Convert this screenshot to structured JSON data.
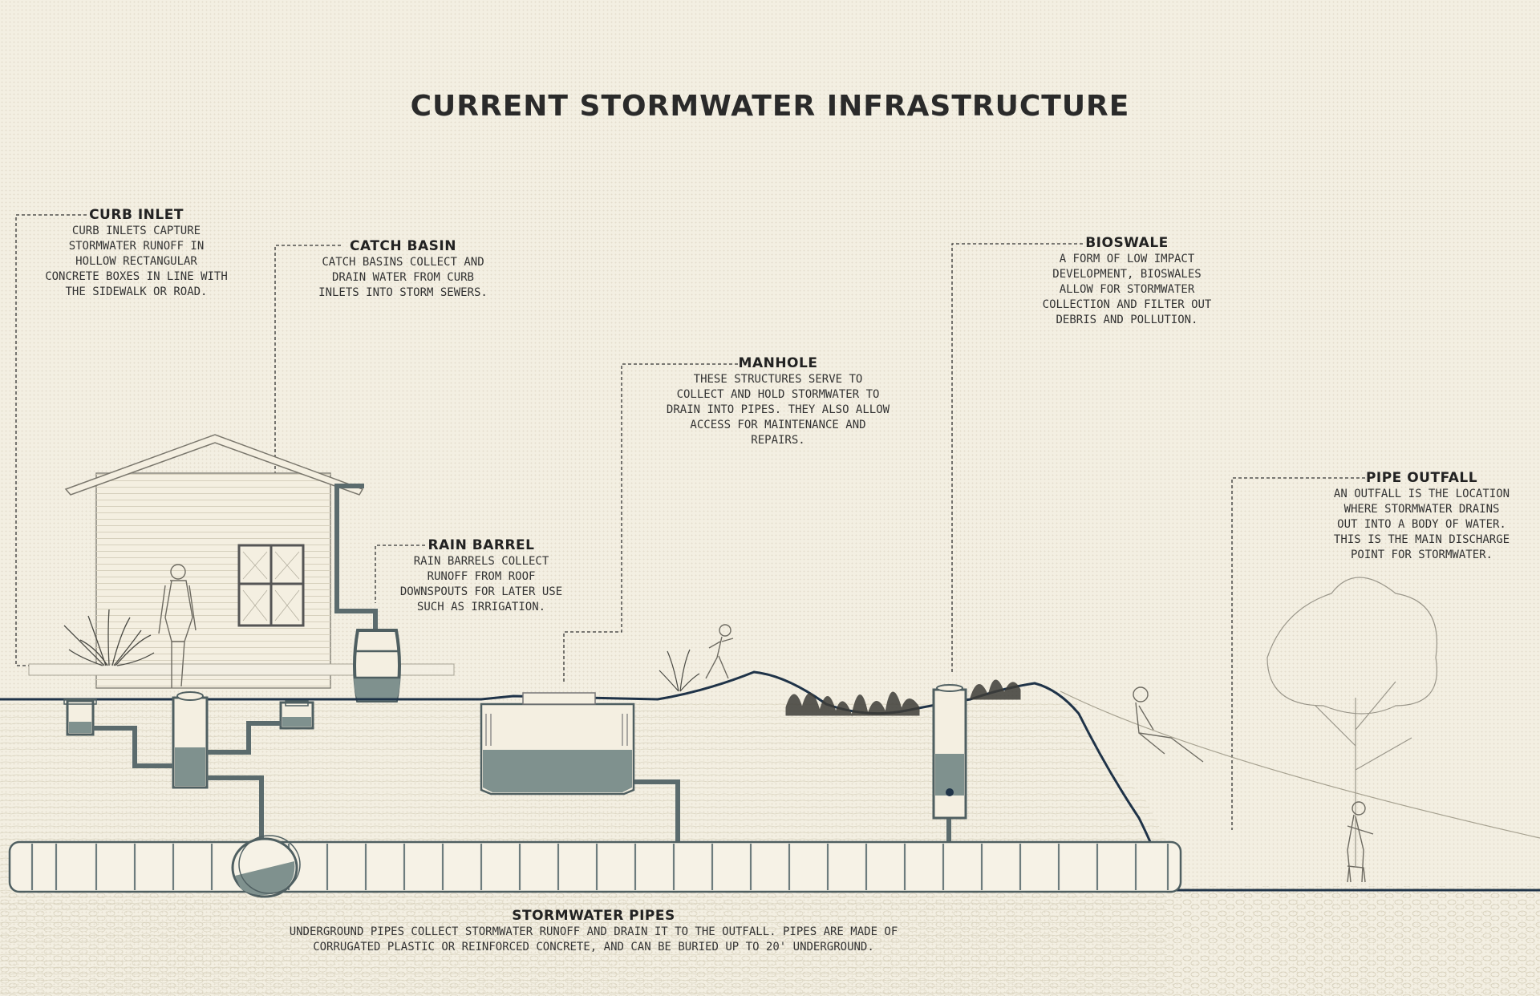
{
  "title": "CURRENT STORMWATER INFRASTRUCTURE",
  "callouts": {
    "curb_inlet": {
      "heading": "CURB INLET",
      "lines": [
        "CURB INLETS CAPTURE",
        "STORMWATER RUNOFF IN",
        "HOLLOW RECTANGULAR",
        "CONCRETE BOXES IN LINE WITH",
        "THE SIDEWALK OR ROAD."
      ]
    },
    "catch_basin": {
      "heading": "CATCH BASIN",
      "lines": [
        "CATCH BASINS COLLECT AND",
        "DRAIN WATER FROM CURB",
        "INLETS INTO STORM SEWERS."
      ]
    },
    "rain_barrel": {
      "heading": "RAIN BARREL",
      "lines": [
        "RAIN BARRELS COLLECT",
        "RUNOFF FROM ROOF",
        "DOWNSPOUTS FOR LATER USE",
        "SUCH AS IRRIGATION."
      ]
    },
    "manhole": {
      "heading": "MANHOLE",
      "lines": [
        "THESE STRUCTURES SERVE TO",
        "COLLECT AND HOLD STORMWATER TO",
        "DRAIN INTO PIPES. THEY ALSO ALLOW",
        "ACCESS FOR MAINTENANCE AND",
        "REPAIRS."
      ]
    },
    "bioswale": {
      "heading": "BIOSWALE",
      "lines": [
        "A FORM OF LOW IMPACT",
        "DEVELOPMENT, BIOSWALES",
        "ALLOW FOR STORMWATER",
        "COLLECTION AND FILTER OUT",
        "DEBRIS AND POLLUTION."
      ]
    },
    "pipe_outfall": {
      "heading": "PIPE OUTFALL",
      "lines": [
        "AN OUTFALL IS THE LOCATION",
        "WHERE STORMWATER DRAINS",
        "OUT INTO A BODY OF WATER.",
        "THIS IS THE MAIN DISCHARGE",
        "POINT FOR STORMWATER."
      ]
    },
    "stormwater_pipes": {
      "heading": "STORMWATER PIPES",
      "lines": [
        "UNDERGROUND PIPES COLLECT STORMWATER RUNOFF AND DRAIN IT TO THE OUTFALL. PIPES ARE MADE OF",
        "CORRUGATED PLASTIC OR REINFORCED CONCRETE, AND CAN BE BURIED UP TO 20' UNDERGROUND."
      ]
    }
  },
  "colors": {
    "background": "#f3efe2",
    "ink": "#2b2b2b",
    "ground_line": "#1f3348",
    "pipe_steel": "#5b6b6d",
    "water": "#7f918e",
    "pipe_body": "#f6f2e6"
  }
}
